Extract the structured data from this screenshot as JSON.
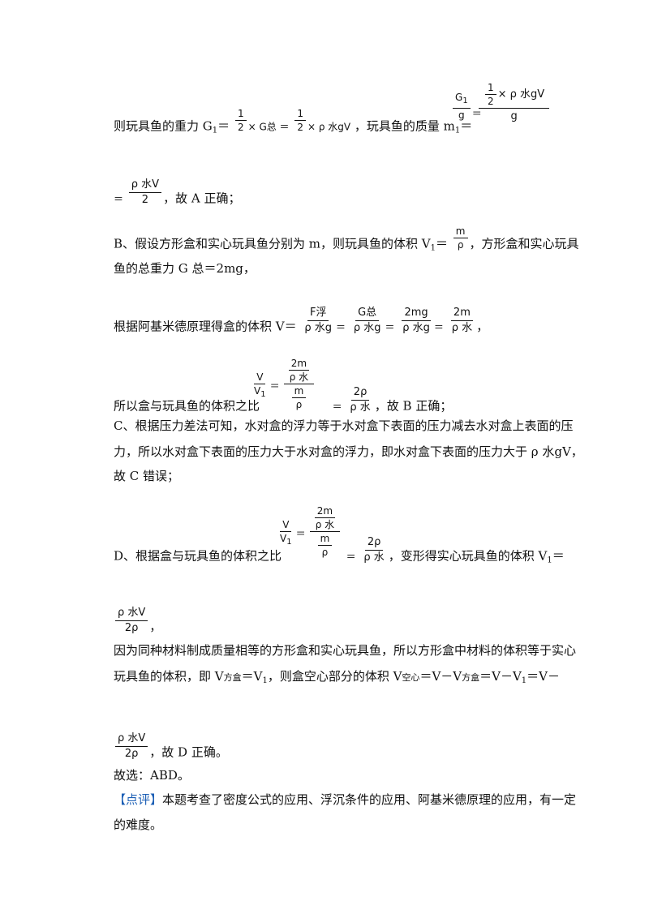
{
  "lines": {
    "l1_prefix": "则玩具鱼的重力 G",
    "l1_sub1": "1",
    "l1_eq": "＝",
    "l1_half": "1",
    "l1_two": "2",
    "l1_times_g": "× G总 ＝",
    "l1_rho": "× ρ 水gV",
    "l1_mid": "，玩具鱼的质量 m",
    "l1_sub2": "1",
    "l1_eq2": "＝",
    "l1_g1": "G",
    "l1_g1sub": "1",
    "l1_g": "g",
    "l1_eq3": "＝",
    "l1_big_num": "× ρ 水gV",
    "l1_big_den": "g",
    "l2_eq": "＝",
    "l2_num": "ρ 水V",
    "l2_den": "2",
    "l2_text": "，故 A 正确；",
    "l3_text1": "B、假设方形盒和实心玩具鱼分别为 m，则玩具鱼的体积 V",
    "l3_sub": "1",
    "l3_eq": "＝",
    "l3_num": "m",
    "l3_den": "ρ",
    "l3_text2": "，方形盒和实心玩具",
    "l4_text": "鱼的总重力 G 总＝2mg，",
    "l5_text": "根据阿基米德原理得盒的体积 V＝",
    "l5_f1n": "F浮",
    "l5_f1d": "ρ 水g",
    "l5_f2n": "G总",
    "l5_f2d": "ρ 水g",
    "l5_f3n": "2mg",
    "l5_f3d": "ρ 水g",
    "l5_f4n": "2m",
    "l5_f4d": "ρ 水",
    "l5_eq": "＝",
    "l5_end": "，",
    "l6_text": "所以盒与玩具鱼的体积之比",
    "l6_vn": "V",
    "l6_vd": "V",
    "l6_vdsub": "1",
    "l6_topn": "2m",
    "l6_topd": "ρ 水",
    "l6_botn": "m",
    "l6_botd": "ρ",
    "l6_resn": "2ρ",
    "l6_resd": "ρ 水",
    "l6_eq": "＝",
    "l6_end": "，故 B 正确；",
    "l7_text": "C、根据压力差法可知，水对盒的浮力等于水对盒下表面的压力减去水对盒上表面的压",
    "l8_text": "力，所以水对盒下表面的压力大于水对盒的浮力，即水对盒下表面的压力大于 ρ 水gV，",
    "l9_text": "故 C 错误；",
    "l10_text": "D、根据盒与玩具鱼的体积之比",
    "l10_end": "，变形得实心玩具鱼的体积 V",
    "l10_sub": "1",
    "l10_eq": "＝",
    "l11_num": "ρ 水V",
    "l11_den": "2ρ",
    "l11_end": "，",
    "l12_text": "因为同种材料制成质量相等的方形盒和实心玩具鱼，所以方形盒中材料的体积等于实心",
    "l13_a": "玩具鱼的体积，即 V",
    "l13_s1": "方盒",
    "l13_b": "＝V",
    "l13_s2": "1",
    "l13_c": "，则盒空心部分的体积 V",
    "l13_s3": "空心",
    "l13_d": "＝V－V",
    "l13_s4": "方盒",
    "l13_e": "＝V－V",
    "l13_s5": "1",
    "l13_f": "＝V－",
    "l14_num": "ρ 水V",
    "l14_den": "2ρ",
    "l14_end": "，故 D 正确。",
    "l15_text": "故选：ABD。",
    "l16_tag": "【点评】",
    "l16_text": "本题考查了密度公式的应用、浮沉条件的应用、阿基米德原理的应用，有一定",
    "l17_text": "的难度。"
  }
}
